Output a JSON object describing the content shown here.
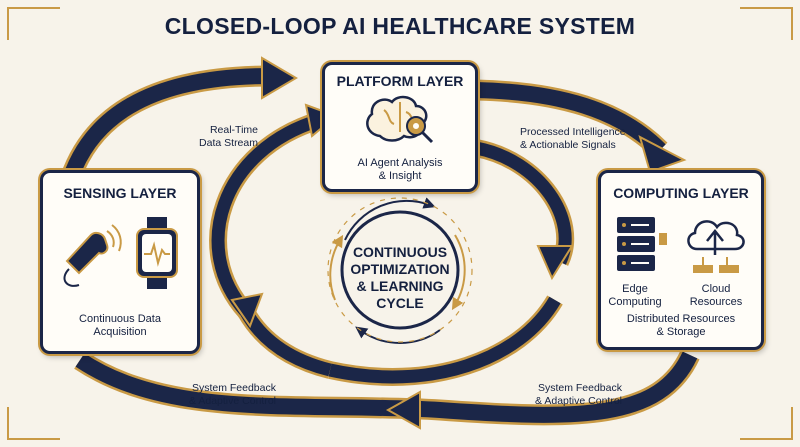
{
  "title": "CLOSED-LOOP AI HEALTHCARE SYSTEM",
  "platform": {
    "title": "PLATFORM LAYER",
    "caption_line1": "AI Agent Analysis",
    "caption_line2": "& Insight"
  },
  "sensing": {
    "title": "SENSING LAYER",
    "caption_line1": "Continuous Data",
    "caption_line2": "Acquisition"
  },
  "computing": {
    "title": "COMPUTING LAYER",
    "edge_line1": "Edge",
    "edge_line2": "Computing",
    "cloud_line1": "Cloud",
    "cloud_line2": "Resources",
    "caption_line1": "Distributed Resources",
    "caption_line2": "& Storage"
  },
  "flows": {
    "realtime_line1": "Real-Time",
    "realtime_line2": "Data Stream",
    "processed_line1": "Processed Intelligence",
    "processed_line2": "& Actionable Signals",
    "feedback_left_line1": "System Feedback",
    "feedback_left_line2": "& Adaptive Control",
    "feedback_right_line1": "System Feedback",
    "feedback_right_line2": "& Adaptive Control"
  },
  "center": {
    "line1": "CONTINUOUS",
    "line2": "OPTIMIZATION",
    "line3": "& LEARNING",
    "line4": "CYCLE"
  },
  "icons": [
    "brain-gear-icon",
    "handheld-scanner-icon",
    "smartwatch-icon",
    "server-rack-icon",
    "cloud-icon"
  ],
  "colors": {
    "navy": "#1b2648",
    "gold": "#c99a45",
    "background": "#f7f3ea"
  }
}
